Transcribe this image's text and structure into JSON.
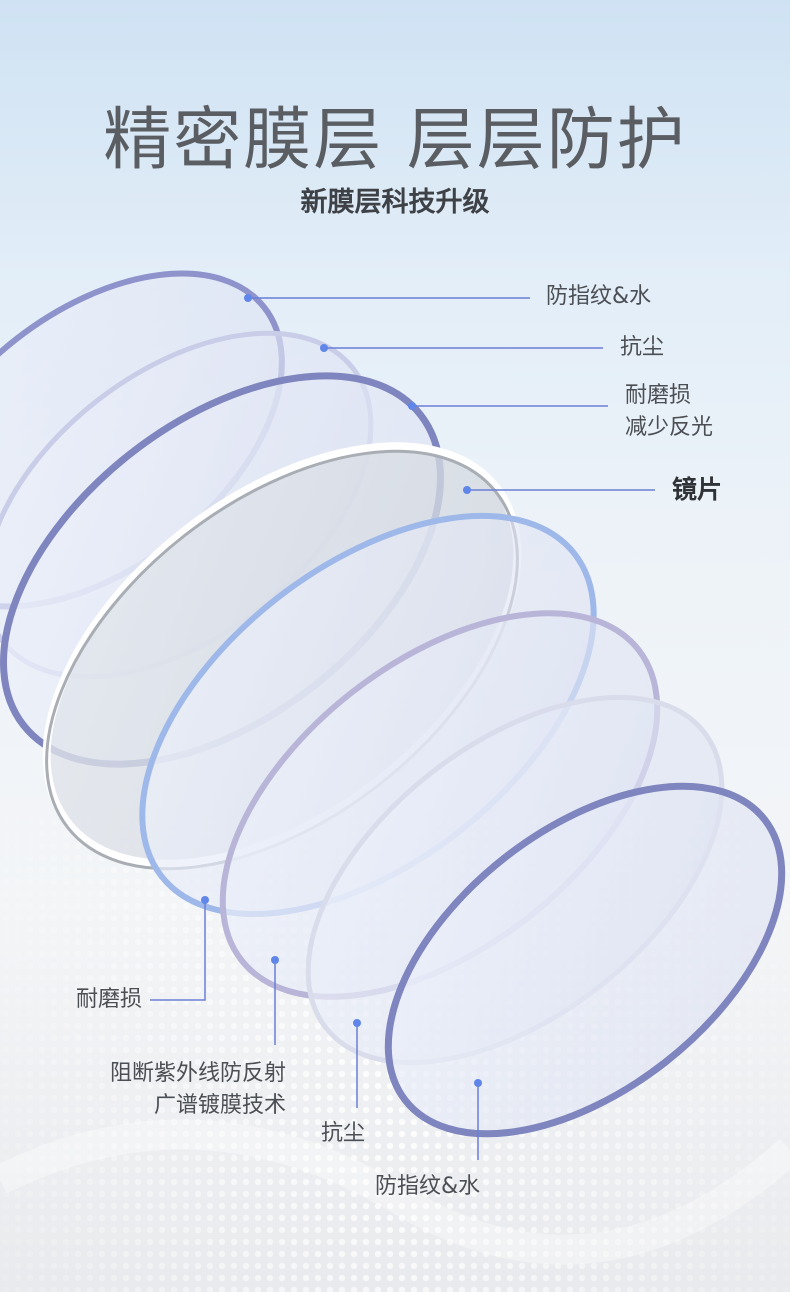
{
  "header": {
    "title": "精密膜层 层层防护",
    "subtitle": "新膜层科技升级"
  },
  "labels": {
    "top": [
      {
        "id": "fingerprint-water-top",
        "lines": [
          "防指纹&水"
        ]
      },
      {
        "id": "dust-top",
        "lines": [
          "抗尘"
        ]
      },
      {
        "id": "abrasion-top",
        "lines": [
          "耐磨损",
          "减少反光"
        ]
      },
      {
        "id": "lens",
        "lines": [
          "镜片"
        ]
      }
    ],
    "bottom": [
      {
        "id": "abrasion-bottom",
        "lines": [
          "耐磨损"
        ]
      },
      {
        "id": "uv-blue-bottom",
        "lines": [
          "阻断紫外线防反射",
          "广谱镀膜技术"
        ]
      },
      {
        "id": "dust-bottom",
        "lines": [
          "抗尘"
        ]
      },
      {
        "id": "fingerprint-water-bottom",
        "lines": [
          "防指纹&水"
        ]
      }
    ]
  },
  "colors": {
    "callout_line": "#6a7fd6",
    "callout_dot": "#5f86e8",
    "lens_rim": "#8a8fc8"
  }
}
